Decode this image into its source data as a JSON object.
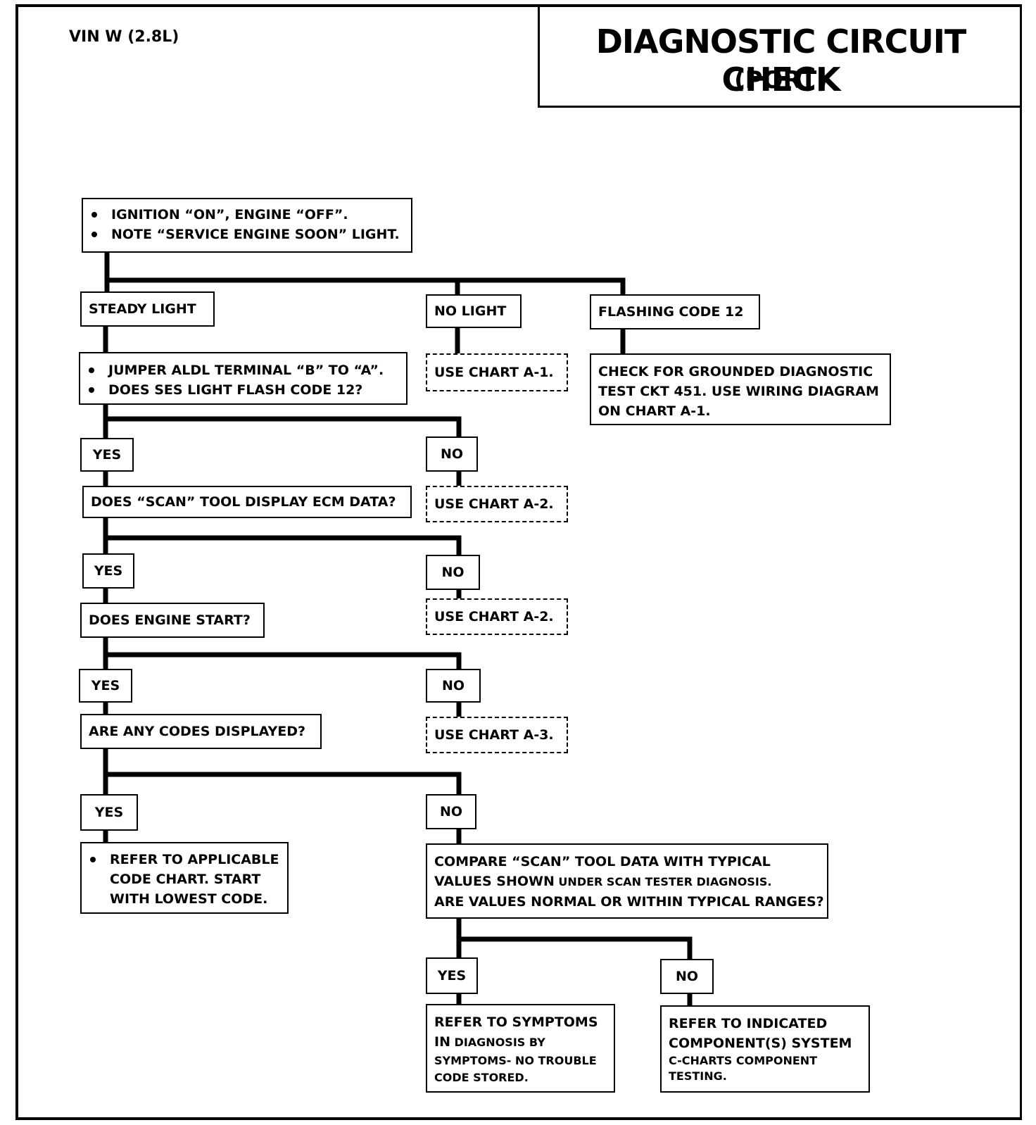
{
  "header": {
    "vin": "VIN W (2.8L)",
    "title": "DIAGNOSTIC CIRCUIT CHECK",
    "subtitle": "(PORT)"
  },
  "nodes": {
    "start": [
      "IGNITION “ON”, ENGINE  “OFF”.",
      "NOTE “SERVICE ENGINE SOON” LIGHT."
    ],
    "steady_light": "STEADY LIGHT",
    "no_light": "NO LIGHT",
    "flashing_code": "FLASHING CODE 12",
    "jumper": [
      "JUMPER  ALDL TERMINAL “B” TO “A”.",
      "DOES SES LIGHT FLASH CODE 12?"
    ],
    "use_a1": "USE CHART A-1.",
    "check_grounded": [
      "CHECK FOR GROUNDED DIAGNOSTIC",
      "TEST CKT 451.  USE WIRING DIAGRAM",
      "ON CHART A-1."
    ],
    "yes1": "YES",
    "no1": "NO",
    "scan_display": "DOES “SCAN” TOOL DISPLAY ECM DATA?",
    "use_a2a": "USE CHART A-2.",
    "yes2": "YES",
    "no2": "NO",
    "engine_start": "DOES ENGINE START?",
    "use_a2b": "USE CHART A-2.",
    "yes3": "YES",
    "no3": "NO",
    "codes_displayed": "ARE ANY CODES DISPLAYED?",
    "use_a3": "USE CHART A-3.",
    "yes4": "YES",
    "no4": "NO",
    "refer_code": [
      "REFER TO APPLICABLE",
      "CODE CHART.  START",
      "WITH LOWEST CODE."
    ],
    "compare": {
      "l1": "COMPARE “SCAN” TOOL DATA WITH TYPICAL",
      "l2a": "VALUES SHOWN",
      "l2b": " UNDER SCAN TESTER DIAGNOSIS.",
      "l3": "ARE VALUES NORMAL OR WITHIN TYPICAL RANGES?"
    },
    "yes5": "YES",
    "no5": "NO",
    "refer_symptoms": {
      "l1": "REFER TO SYMPTOMS",
      "l2a": "IN",
      "l2b": "  DIAGNOSIS BY",
      "l3": "SYMPTOMS- NO TROUBLE",
      "l4": "CODE STORED."
    },
    "refer_component": {
      "l1": "REFER TO INDICATED",
      "l2": "COMPONENT(S) SYSTEM",
      "l3": "C-CHARTS COMPONENT",
      "l4": "TESTING."
    }
  }
}
